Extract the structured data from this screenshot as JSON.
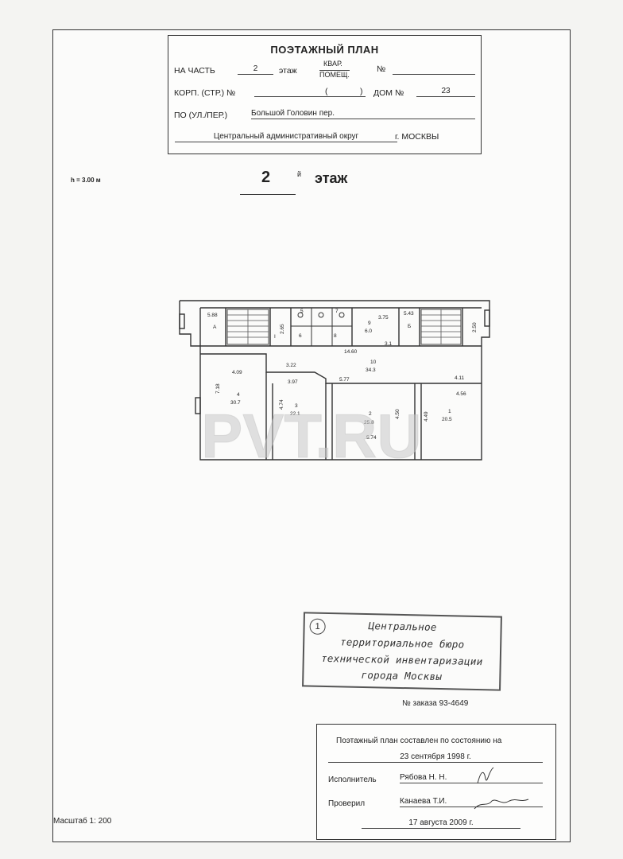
{
  "header": {
    "title": "ПОЭТАЖНЫЙ ПЛАН",
    "part_label": "НА ЧАСТЬ",
    "floor_value": "2",
    "floor_unit": "этаж",
    "kvar_label": "КВАР.",
    "pomesh_label": "ПОМЕЩ.",
    "number_label": "№",
    "korp_label": "КОРП. (СТР.) №",
    "korp_paren_open": "(",
    "korp_paren_close": ")",
    "dom_label": "ДОМ №",
    "dom_value": "23",
    "street_label": "ПО (УЛ./ПЕР.)",
    "street_value": "Большой Головин пер.",
    "district_value": "Центральный административный округ",
    "city": "г. МОСКВЫ"
  },
  "height_note": "h = 3.00 м",
  "floor_title": {
    "number": "2",
    "suffix": "й",
    "word": "этаж"
  },
  "watermark": "PVT.RU",
  "plan": {
    "rooms": [
      {
        "id": "1",
        "area": "20.5"
      },
      {
        "id": "2",
        "area": "25.8"
      },
      {
        "id": "3",
        "area": "22.1"
      },
      {
        "id": "4",
        "area": "30.7"
      },
      {
        "id": "9",
        "area": "6.0"
      },
      {
        "id": "10",
        "area": "34.3"
      }
    ],
    "labels": {
      "a": "А",
      "b": "Б",
      "i": "I",
      "r5": "5",
      "r6": "6",
      "r7": "7",
      "r8": "8",
      "d588": "5.88",
      "d265": "2.65",
      "d375": "3.75",
      "d543": "5.43",
      "d250": "2.50",
      "d1460": "14.60",
      "d322": "3.22",
      "d409": "4.09",
      "d397": "3.97",
      "d577": "5.77",
      "d411": "4.11",
      "d456": "4.56",
      "d718": "7.18",
      "d474": "4.74",
      "d450": "4.50",
      "d449": "4.49",
      "d574": "5.74",
      "d31": "3.1"
    }
  },
  "stamp": {
    "number": "1",
    "lines": [
      "Центральное",
      "территориальное бюро",
      "технической инвентаризации",
      "города Москвы"
    ]
  },
  "order": "№ заказа 93-4649",
  "footer": {
    "line1": "Поэтажный план составлен по состоянию на",
    "date1": "23 сентября 1998 г.",
    "executor_label": "Исполнитель",
    "executor_value": "Рябова Н. Н.",
    "checker_label": "Проверил",
    "checker_value": "Канаева Т.И.",
    "date2": "17 августа 2009 г."
  },
  "scale": "Масштаб 1: 200"
}
